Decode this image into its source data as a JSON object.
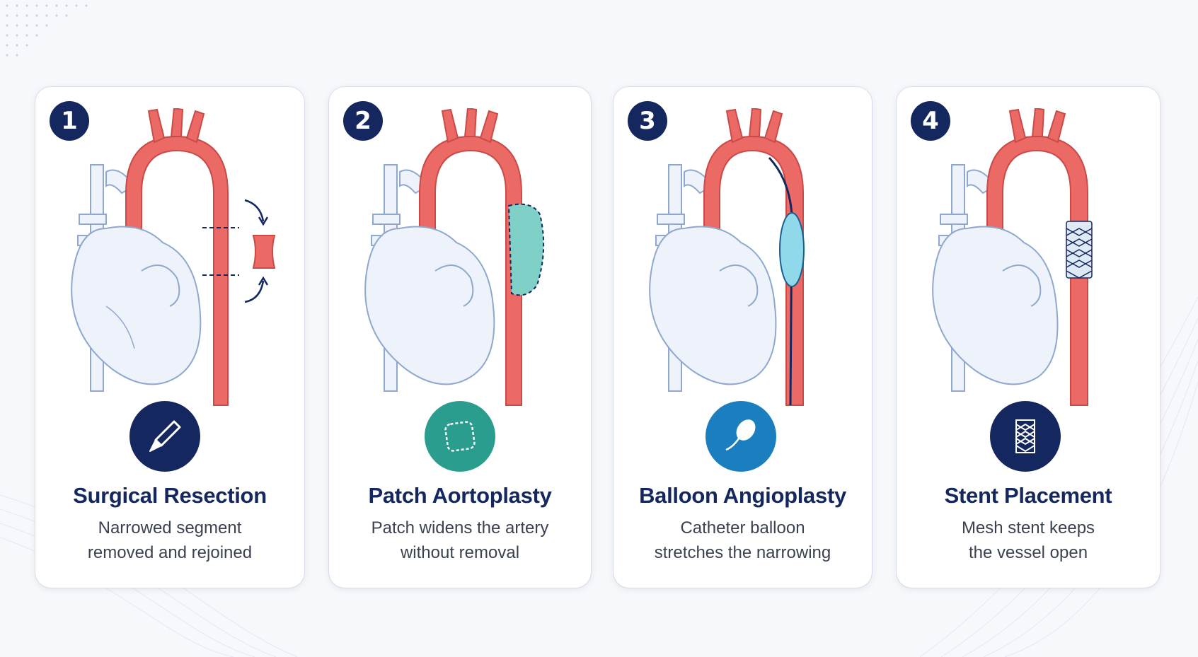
{
  "colors": {
    "navy": "#14285f",
    "aorta": "#ec6a65",
    "aorta_dark": "#c94a47",
    "heart_fill": "#eef3fb",
    "heart_stroke": "#8fa8cf",
    "teal": "#2a9d8f",
    "blue": "#1b7fbf",
    "background": "#f7f8fb"
  },
  "cards": [
    {
      "number": "1",
      "icon": "scalpel-icon",
      "icon_bg": "#14285f",
      "title": "Surgical Resection",
      "desc_line1": "Narrowed segment",
      "desc_line2": "removed and rejoined"
    },
    {
      "number": "2",
      "icon": "patch-icon",
      "icon_bg": "#2a9d8f",
      "title": "Patch Aortoplasty",
      "desc_line1": "Patch widens the artery",
      "desc_line2": "without removal"
    },
    {
      "number": "3",
      "icon": "balloon-catheter-icon",
      "icon_bg": "#1b7fbf",
      "title": "Balloon Angioplasty",
      "desc_line1": "Catheter balloon",
      "desc_line2": "stretches the narrowing"
    },
    {
      "number": "4",
      "icon": "stent-mesh-icon",
      "icon_bg": "#14285f",
      "title": "Stent Placement",
      "desc_line1": "Mesh stent keeps",
      "desc_line2": "the vessel open"
    }
  ]
}
